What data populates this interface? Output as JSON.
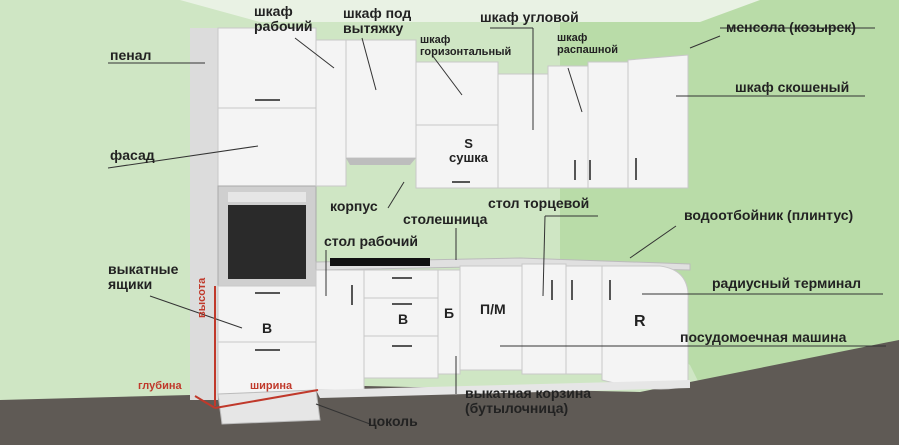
{
  "labels": {
    "penal": "пенал",
    "shkaf_rabochiy": "шкаф\nрабочий",
    "shkaf_pod_vytyazhku": "шкаф под\nвытяжку",
    "shkaf_uglovoy": "шкаф угловой",
    "mensola": "менсола (козырек)",
    "shkaf_gorizontalnyi": "шкаф\nгоризонтальный",
    "shkaf_raspashnoy": "шкаф\nраспашной",
    "shkaf_skoshenyi": "шкаф скошеный",
    "fasad": "фасад",
    "korpus": "корпус",
    "stol_torcevoy": "стол торцевой",
    "stoleshnica": "столешница",
    "vodootboynik": "водоотбойник (плинтус)",
    "stol_rabochiy": "стол рабочий",
    "radiusnyi_terminal": "радиусный терминал",
    "vykatnye_yashchiki": "выкатные\nящики",
    "posudomoechnaya": "посудомоечная машина",
    "vykatnaya_korzina": "выкатная корзина\n(бутылочница)",
    "cokol": "цоколь",
    "sushka": "S\nсушка",
    "letter_b1": "B",
    "letter_b2": "B",
    "letter_b3": "Б",
    "letter_pm": "П/М",
    "letter_r": "R"
  },
  "dimensions": {
    "vysota": "высота",
    "glubina": "глубина",
    "shirina": "ширина"
  },
  "colors": {
    "wall": "#cfe6c4",
    "floor": "#5f5a55",
    "cabinet": "#f4f4f4",
    "cabinet_edge": "#c8c8c8",
    "dimension": "#c0392b"
  }
}
